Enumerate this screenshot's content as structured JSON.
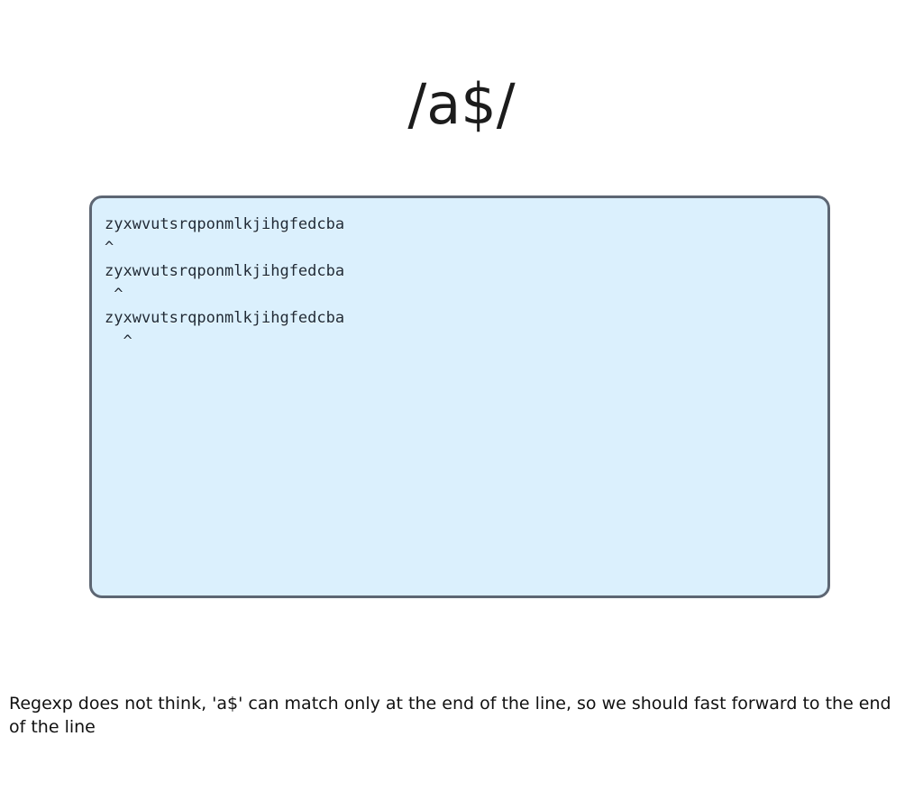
{
  "slide": {
    "title": "/a$/",
    "code_lines": [
      "zyxwvutsrqponmlkjihgfedcba",
      "^",
      "zyxwvutsrqponmlkjihgfedcba",
      " ^",
      "zyxwvutsrqponmlkjihgfedcba",
      "  ^"
    ],
    "caption": "Regexp does not think, 'a$' can match only at the end of the line, so we should fast forward to the end of the line"
  },
  "colors": {
    "code_background": "#dbf0fd",
    "code_border": "#5d6673"
  }
}
